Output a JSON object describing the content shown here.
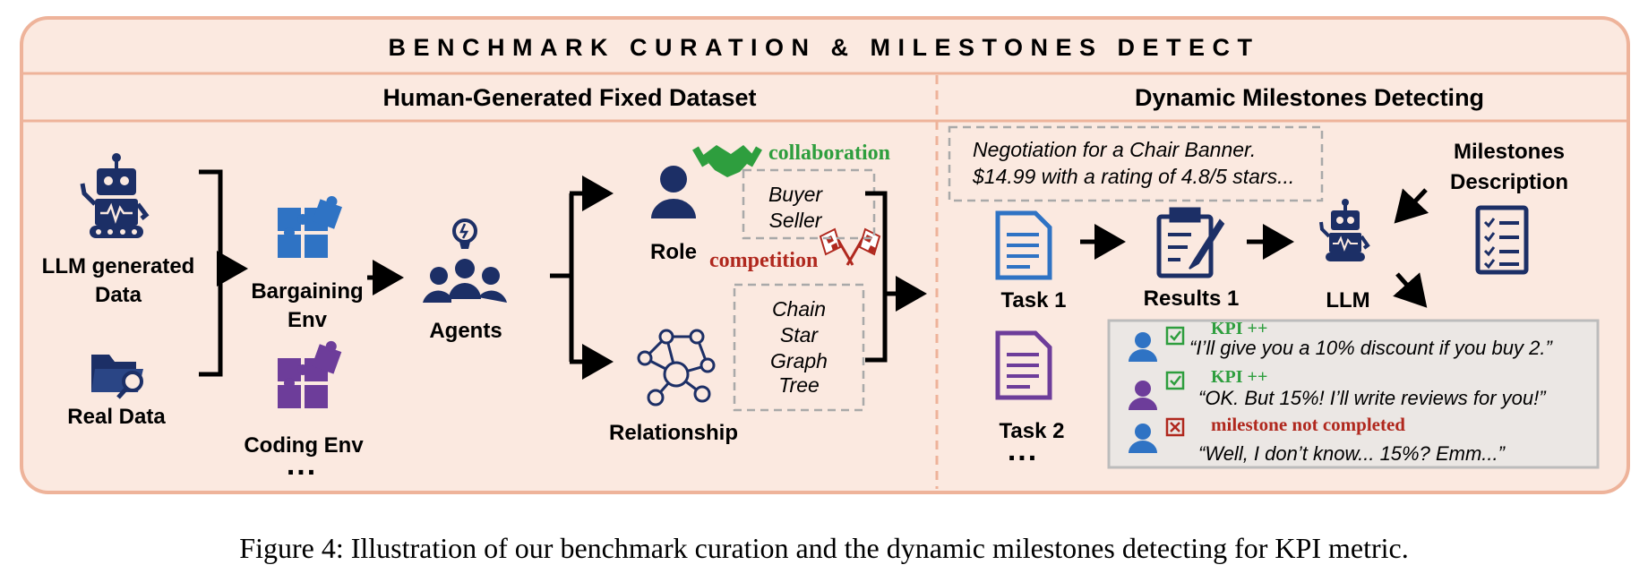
{
  "header": {
    "title": "BENCHMARK CURATION & MILESTONES DETECT"
  },
  "left_panel": {
    "title": "Human-Generated Fixed Dataset",
    "llm_data_line1": "LLM generated",
    "llm_data_line2": "Data",
    "real_data": "Real Data",
    "bargaining_line1": "Bargaining",
    "bargaining_line2": "Env",
    "coding_env": "Coding Env",
    "env_ellipsis": "...",
    "agents": "Agents",
    "role": "Role",
    "relationship": "Relationship",
    "collaboration": "collaboration",
    "competition": "competition",
    "roles": [
      "Buyer",
      "Seller"
    ],
    "relationships": [
      "Chain",
      "Star",
      "Graph",
      "Tree"
    ]
  },
  "right_panel": {
    "title": "Dynamic Milestones Detecting",
    "negotiation_line1": "Negotiation for a Chair Banner.",
    "negotiation_line2": "$14.99 with a rating of 4.8/5 stars...",
    "task1": "Task 1",
    "task2": "Task 2",
    "task_ellipsis": "...",
    "results1": "Results 1",
    "llm": "LLM",
    "milestones_line1": "Milestones",
    "milestones_line2": "Description",
    "dialogue": [
      {
        "tag": "KPI ++",
        "quote": "“I’ll give you a 10% discount if you buy 2.”",
        "status": "check",
        "tag_color": "#2e9e3e"
      },
      {
        "tag": "KPI ++",
        "quote": "“OK. But 15%! I’ll write reviews for you!”",
        "status": "check",
        "tag_color": "#2e9e3e"
      },
      {
        "tag": "milestone not completed",
        "quote": "“Well, I don’t know... 15%? Emm...”",
        "status": "cross",
        "tag_color": "#b0281e"
      }
    ]
  },
  "caption": "Figure 4:  Illustration of our benchmark curation and the dynamic milestones detecting for KPI metric.",
  "colors": {
    "panel_fill": "#fbe9e0",
    "panel_border": "#eeb39a",
    "navy": "#1c2f66",
    "blue": "#2f73c4",
    "purple": "#6d3d9a",
    "green": "#2e9e3e",
    "red": "#b0281e"
  }
}
